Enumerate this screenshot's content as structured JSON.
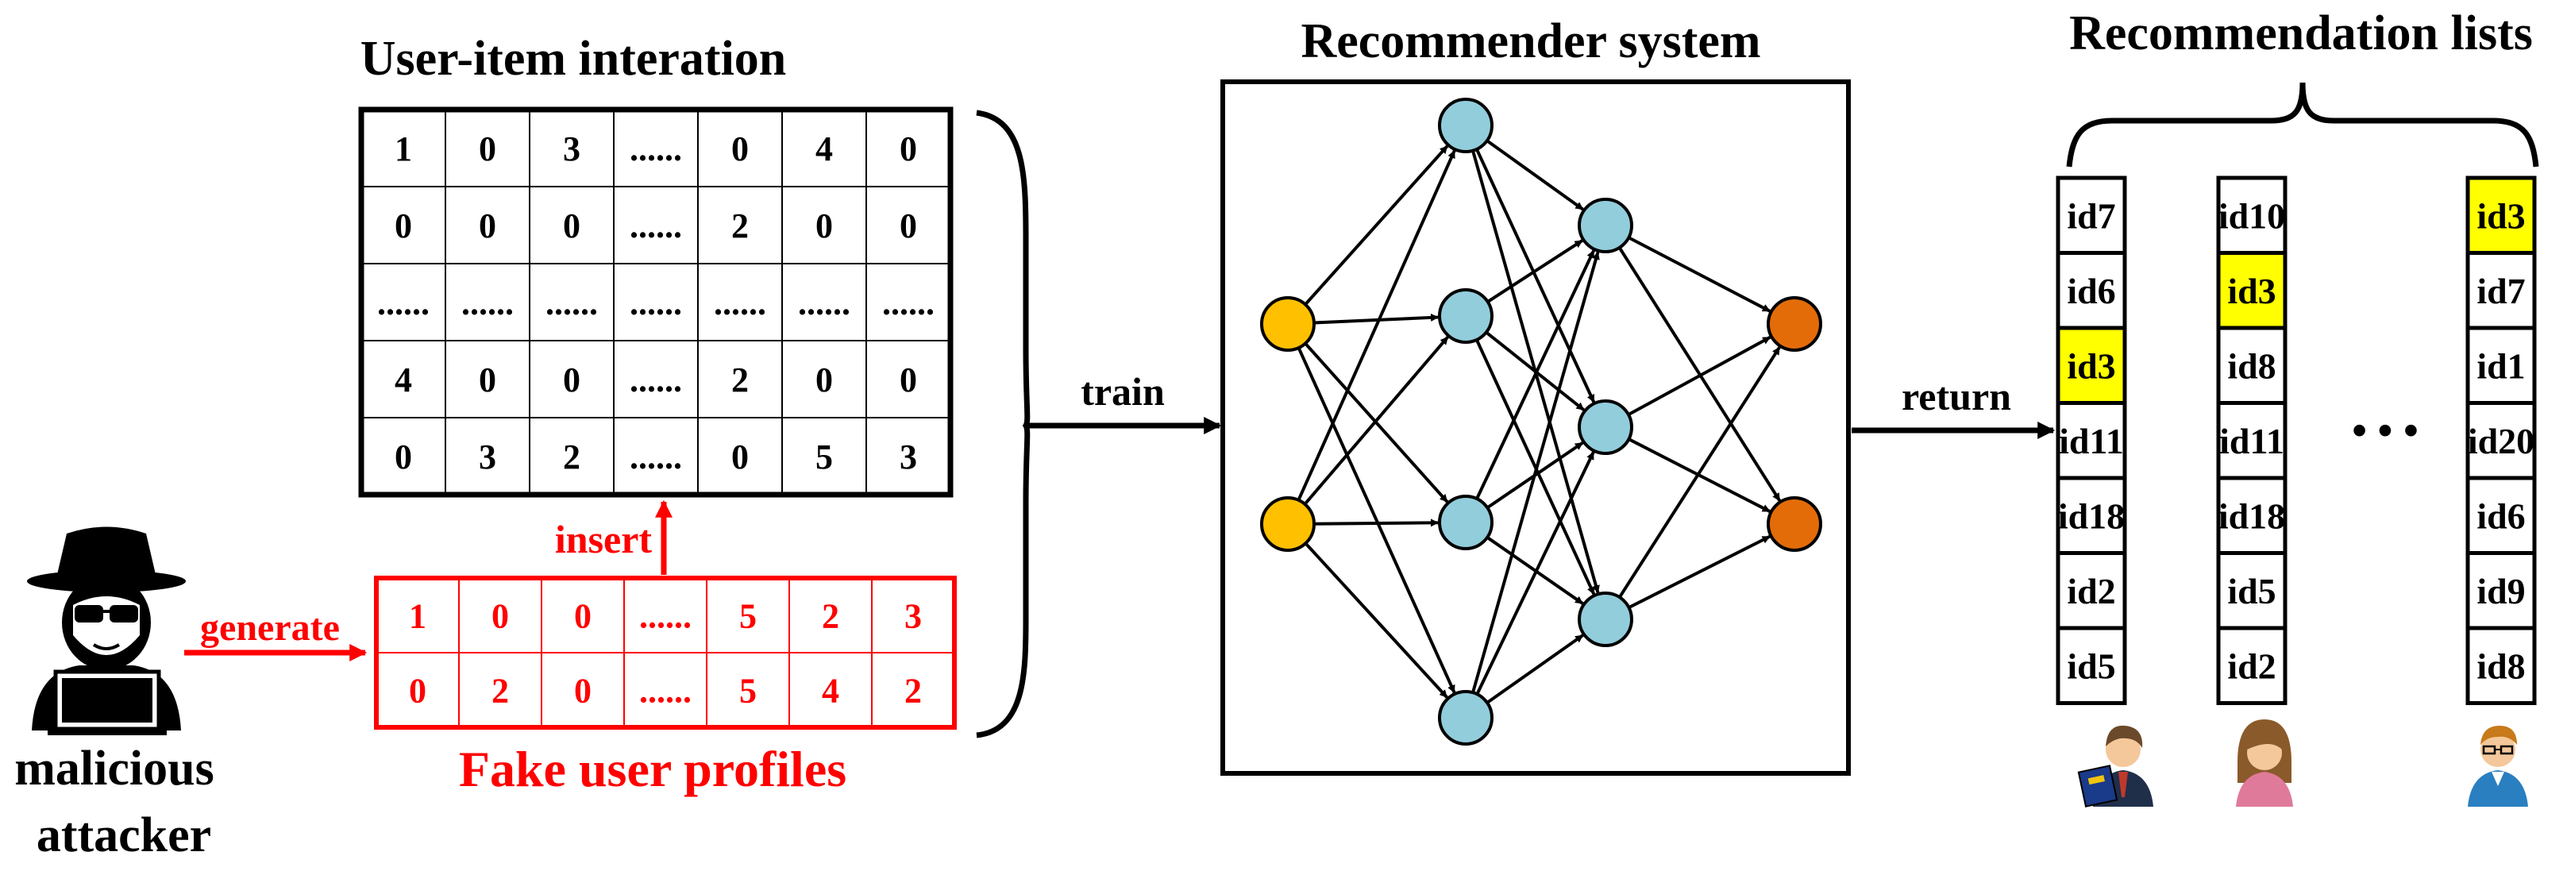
{
  "interaction_matrix": {
    "title": "User-item interation",
    "rows": [
      [
        "1",
        "0",
        "3",
        "......",
        "0",
        "4",
        "0"
      ],
      [
        "0",
        "0",
        "0",
        "......",
        "2",
        "0",
        "0"
      ],
      [
        "......",
        "......",
        "......",
        "......",
        "......",
        "......",
        "......"
      ],
      [
        "4",
        "0",
        "0",
        "......",
        "2",
        "0",
        "0"
      ],
      [
        "0",
        "3",
        "2",
        "......",
        "0",
        "5",
        "3"
      ]
    ]
  },
  "fake_profiles": {
    "label": "Fake user profiles",
    "rows": [
      [
        "1",
        "0",
        "0",
        "......",
        "5",
        "2",
        "3"
      ],
      [
        "0",
        "2",
        "0",
        "......",
        "5",
        "4",
        "2"
      ]
    ]
  },
  "attacker": {
    "label_line1": "malicious",
    "label_line2": "attacker",
    "icon": "hacker-icon"
  },
  "arrows": {
    "generate": "generate",
    "insert": "insert",
    "train": "train",
    "return": "return"
  },
  "recommender": {
    "title": "Recommender system",
    "layers": [
      {
        "kind": "input",
        "count": 2
      },
      {
        "kind": "hidden",
        "count": 4
      },
      {
        "kind": "hidden",
        "count": 3
      },
      {
        "kind": "output",
        "count": 2
      }
    ]
  },
  "recommendations": {
    "title": "Recommendation lists",
    "ellipsis": "• • •",
    "lists": [
      {
        "user_icon": "businessman-icon",
        "items": [
          "id7",
          "id6",
          "id3",
          "id11",
          "id18",
          "id2",
          "id5"
        ],
        "highlight": "id3"
      },
      {
        "user_icon": "woman-icon",
        "items": [
          "id10",
          "id3",
          "id8",
          "id11",
          "id18",
          "id5",
          "id2"
        ],
        "highlight": "id3"
      },
      {
        "user_icon": "man-glasses-icon",
        "items": [
          "id3",
          "id7",
          "id1",
          "id20",
          "id6",
          "id9",
          "id8"
        ],
        "highlight": "id3"
      }
    ]
  },
  "colors": {
    "attack_red": "#ff0000",
    "highlight_yellow": "#ffff00",
    "input_node": "#ffc000",
    "hidden_node": "#92cddc",
    "output_node": "#e36c09",
    "ink": "#000000"
  }
}
